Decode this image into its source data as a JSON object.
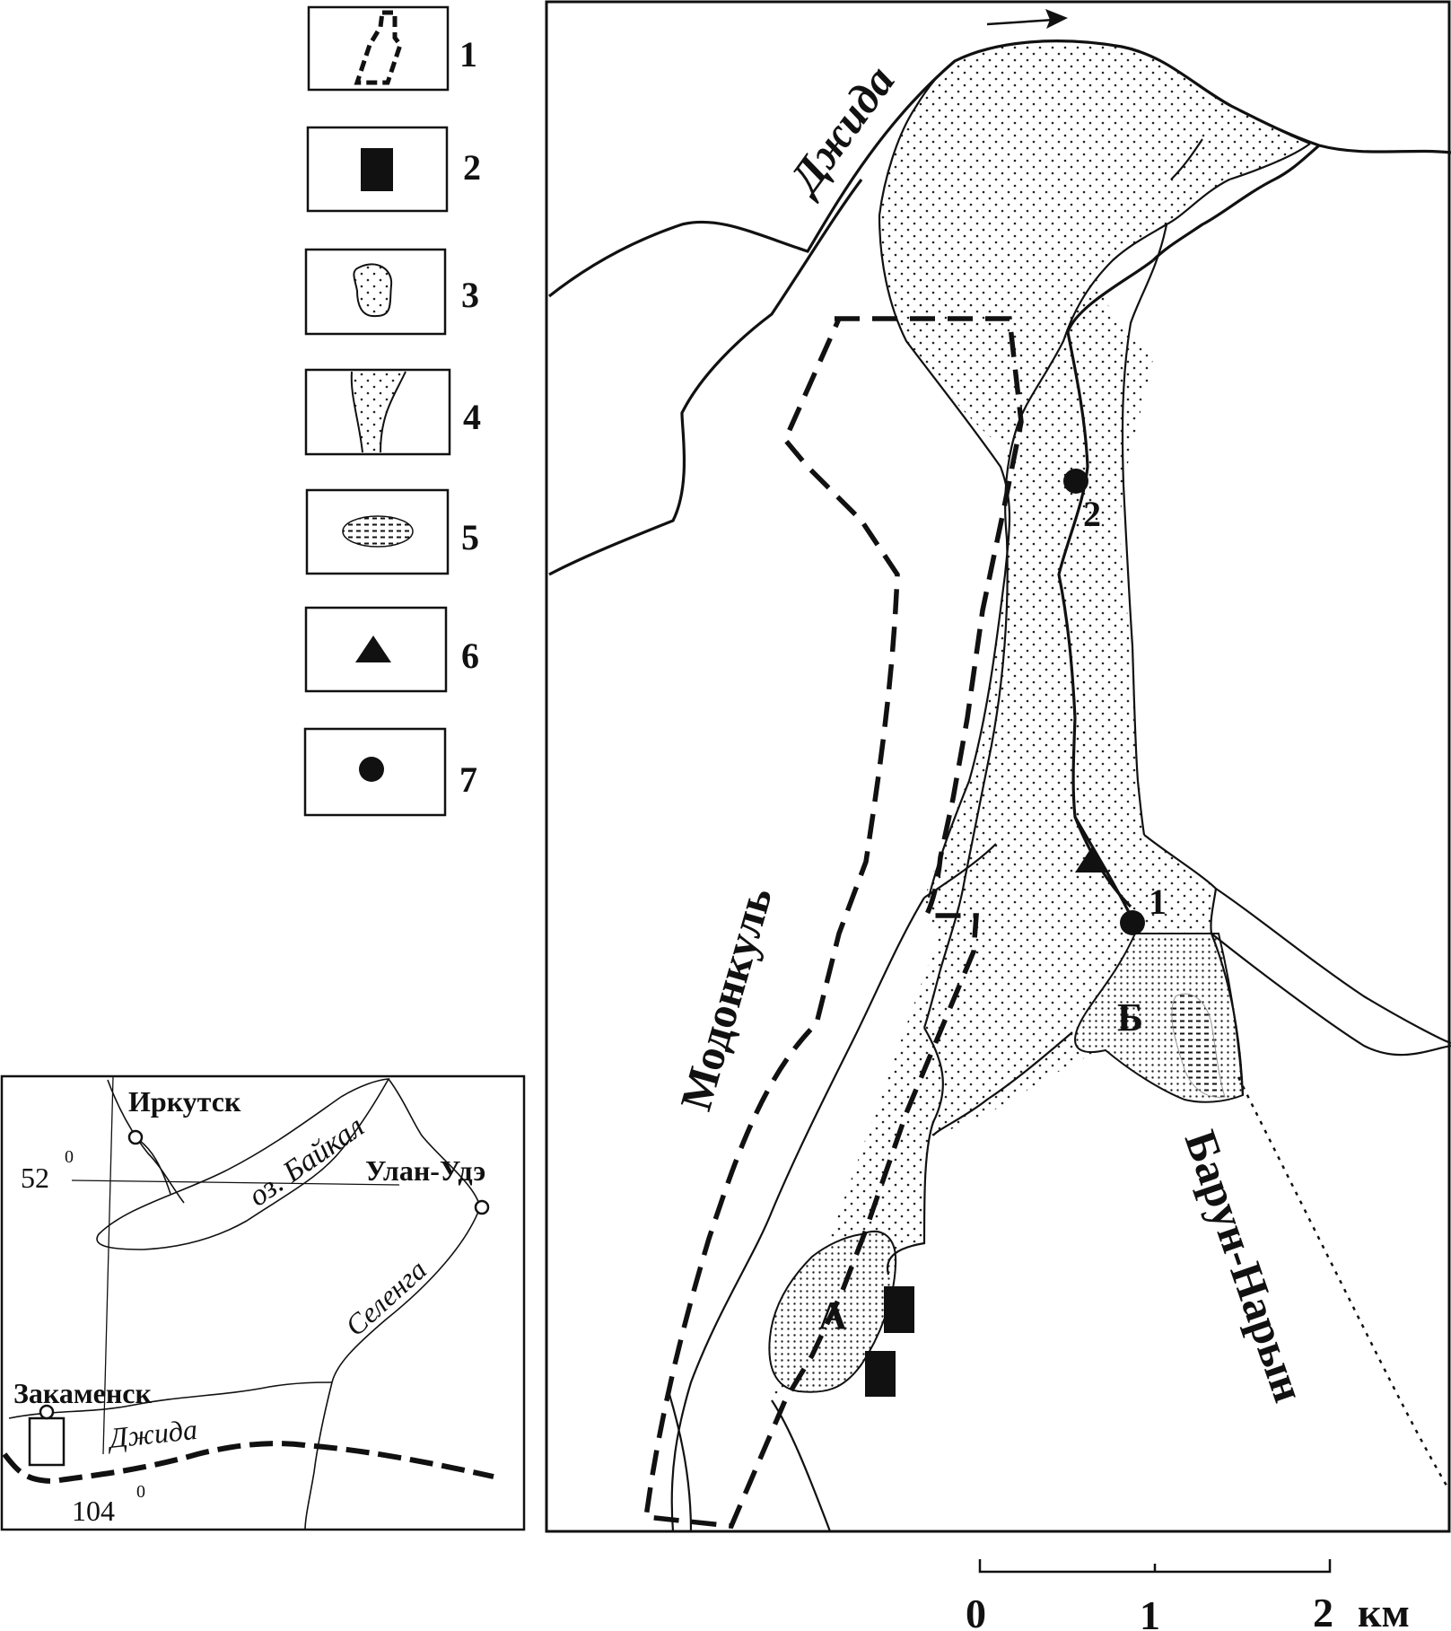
{
  "legend": {
    "items": [
      {
        "num": "1",
        "symbol": "dashed-boundary-icon"
      },
      {
        "num": "2",
        "symbol": "black-rectangle-icon"
      },
      {
        "num": "3",
        "symbol": "dotted-area-icon"
      },
      {
        "num": "4",
        "symbol": "dotted-valley-icon"
      },
      {
        "num": "5",
        "symbol": "dashed-dotted-area-icon"
      },
      {
        "num": "6",
        "symbol": "triangle-icon"
      },
      {
        "num": "7",
        "symbol": "circle-icon"
      }
    ]
  },
  "map": {
    "rivers": {
      "dzhida": "Джида",
      "modonkul": "Модонкуль",
      "barun_naryn": "Барун-Нарын"
    },
    "areas": {
      "a": "А",
      "b": "Б"
    },
    "points": {
      "p1": "1",
      "p2": "2"
    }
  },
  "scale": {
    "ticks": [
      "0",
      "1",
      "2"
    ],
    "unit": "км"
  },
  "inset": {
    "cities": {
      "irkutsk": "Иркутск",
      "ulan_ude": "Улан-Удэ",
      "zakamensk": "Закаменск"
    },
    "water": {
      "baikal": "оз. Байкал",
      "selenga": "Селенга",
      "dzhida": "Джида"
    },
    "lat": {
      "value": "52",
      "sup": "0"
    },
    "lon": {
      "value": "104",
      "sup": "0"
    }
  }
}
